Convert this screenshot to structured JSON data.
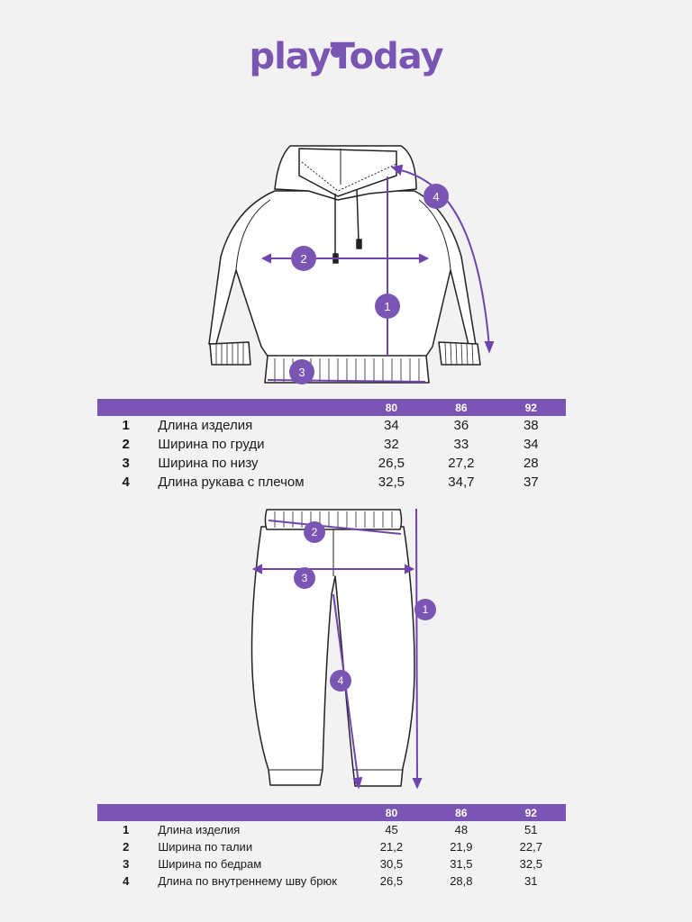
{
  "brand": {
    "name": "playToday"
  },
  "colors": {
    "accent": "#7b55b3",
    "background": "#f2f2f2",
    "line": "#222222"
  },
  "top_table": {
    "sizes": [
      "80",
      "86",
      "92"
    ],
    "rows": [
      {
        "num": "1",
        "name": "Длина изделия",
        "values": [
          "34",
          "36",
          "38"
        ]
      },
      {
        "num": "2",
        "name": "Ширина по груди",
        "values": [
          "32",
          "33",
          "34"
        ]
      },
      {
        "num": "3",
        "name": "Ширина по низу",
        "values": [
          "26,5",
          "27,2",
          "28"
        ]
      },
      {
        "num": "4",
        "name": "Длина рукава с плечом",
        "values": [
          "32,5",
          "34,7",
          "37"
        ]
      }
    ]
  },
  "bottom_table": {
    "sizes": [
      "80",
      "86",
      "92"
    ],
    "rows": [
      {
        "num": "1",
        "name": "Длина изделия",
        "values": [
          "45",
          "48",
          "51"
        ]
      },
      {
        "num": "2",
        "name": "Ширина по талии",
        "values": [
          "21,2",
          "21,9",
          "22,7"
        ]
      },
      {
        "num": "3",
        "name": "Ширина по бедрам",
        "values": [
          "30,5",
          "31,5",
          "32,5"
        ]
      },
      {
        "num": "4",
        "name": "Длина по внутреннему шву брюк",
        "values": [
          "26,5",
          "28,8",
          "31"
        ]
      }
    ]
  },
  "hoodie_markers": [
    "1",
    "2",
    "3",
    "4"
  ],
  "pants_markers": [
    "1",
    "2",
    "3",
    "4"
  ]
}
